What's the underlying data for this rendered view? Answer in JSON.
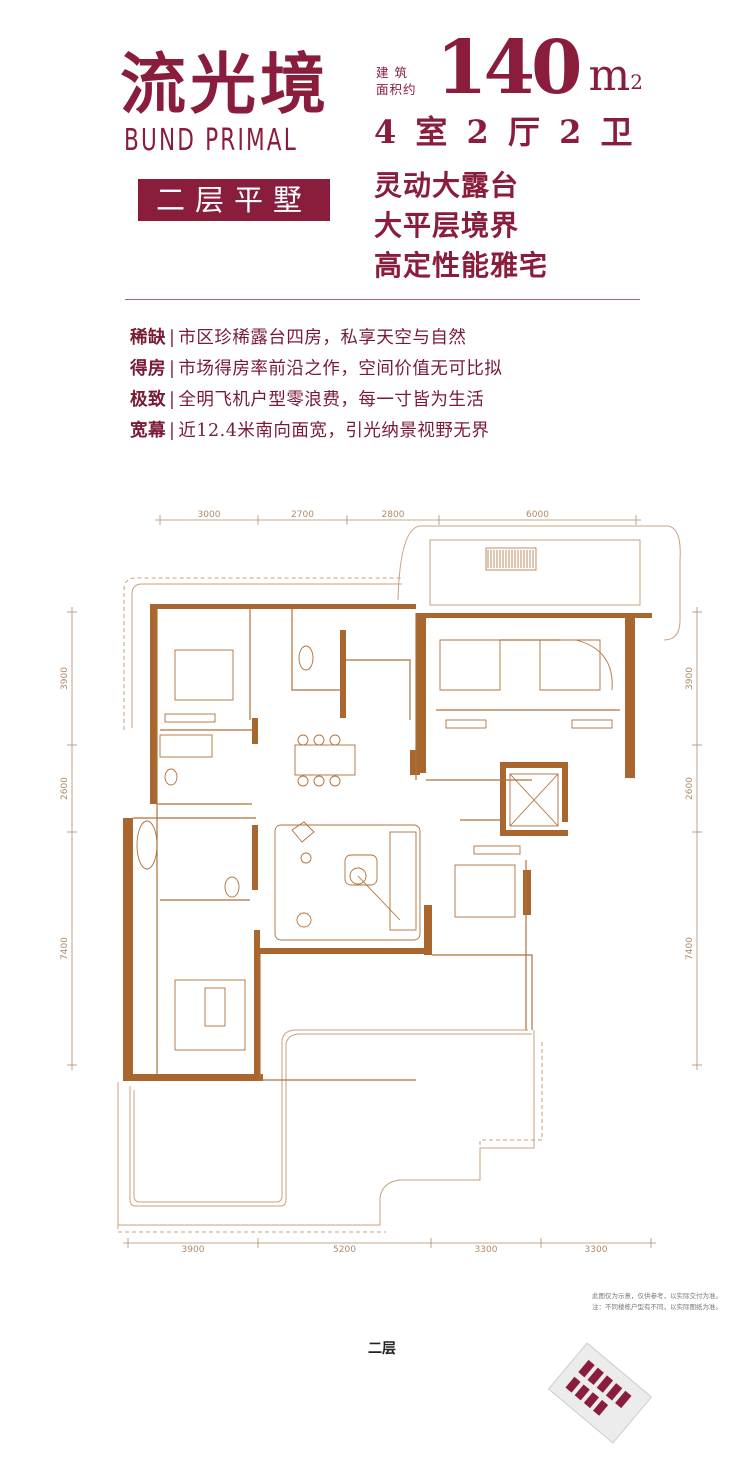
{
  "header": {
    "title": "流光境",
    "subtitle": "BUND PRIMAL",
    "floor_badge": "二层平墅",
    "area_label_line1": "建 筑",
    "area_label_line2": "面积约",
    "area_value": "140",
    "area_unit": "m",
    "area_unit_sup": "2",
    "layout": "4 室 2 厅 2 卫",
    "slogans": [
      "灵动大露台",
      "大平层境界",
      "高定性能雅宅"
    ]
  },
  "features": [
    {
      "label": "稀缺",
      "text": "市区珍稀露台四房，私享天空与自然"
    },
    {
      "label": "得房",
      "text": "市场得房率前沿之作，空间价值无可比拟"
    },
    {
      "label": "极致",
      "text": "全明飞机户型零浪费，每一寸皆为生活"
    },
    {
      "label": "宽幕",
      "text": "近12.4米南向面宽，引光纳景视野无界"
    }
  ],
  "plan": {
    "dims_top": [
      "3000",
      "2700",
      "2800",
      "6000"
    ],
    "dims_bottom": [
      "3900",
      "5200",
      "3300",
      "3300"
    ],
    "dims_left": [
      "3900",
      "2600",
      "7400"
    ],
    "dims_right": [
      "3900",
      "2600",
      "7400"
    ],
    "wall_color": "#a9672f",
    "line_color": "#c9a27e",
    "caption": "二层"
  },
  "disclaimer": {
    "line1": "此图仅为示意，仅供参考，以实际交付为准。",
    "line2": "注：不同楼栋户型有不同，以实际图纸为准。"
  },
  "colors": {
    "brand": "#8a1d3c"
  }
}
